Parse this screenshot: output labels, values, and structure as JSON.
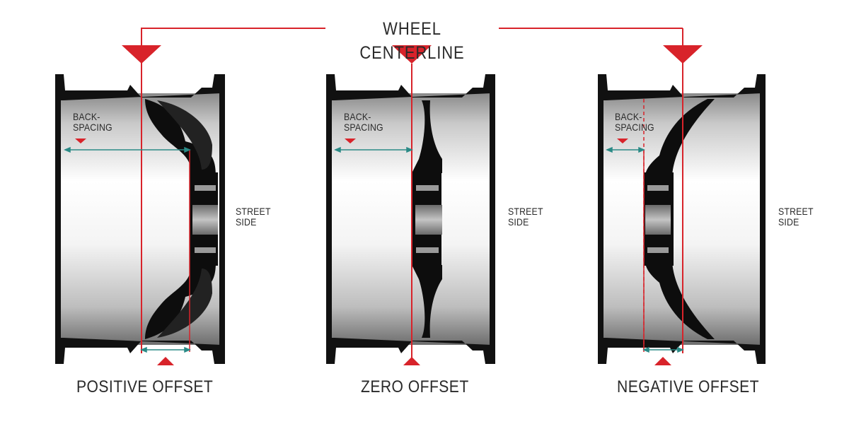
{
  "title": "WHEEL CENTERLINE",
  "wheels": [
    {
      "id": "positive",
      "caption": "POSITIVE OFFSET",
      "backspacing_label_1": "BACK-",
      "backspacing_label_2": "SPACING",
      "street_label_1": "STREET",
      "street_label_2": "SIDE"
    },
    {
      "id": "zero",
      "caption": "ZERO OFFSET",
      "backspacing_label_1": "BACK-",
      "backspacing_label_2": "SPACING",
      "street_label_1": "STREET",
      "street_label_2": "SIDE"
    },
    {
      "id": "negative",
      "caption": "NEGATIVE OFFSET",
      "backspacing_label_1": "BACK-",
      "backspacing_label_2": "SPACING",
      "street_label_1": "STREET",
      "street_label_2": "SIDE"
    }
  ],
  "colors": {
    "accent_red": "#d8232a",
    "measure_teal": "#2a8a86",
    "wheel_dark": "#111111",
    "text": "#2a2a2a"
  }
}
